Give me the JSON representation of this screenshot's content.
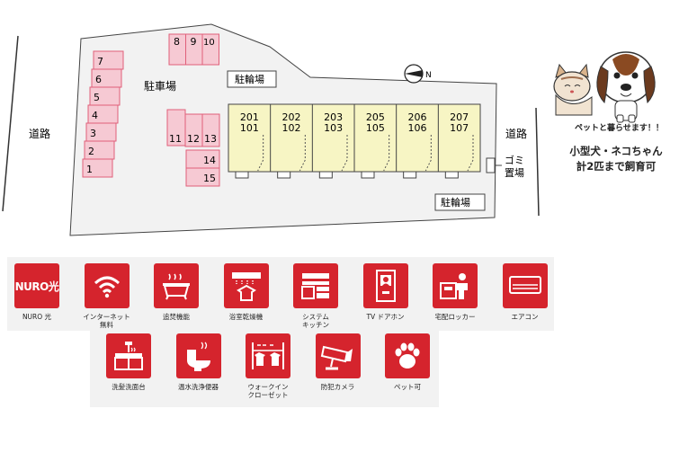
{
  "map": {
    "road_left": "道路",
    "road_right": "道路",
    "parking_label": "駐車場",
    "bike_top": "駐輪場",
    "bike_bottom": "駐輪場",
    "garbage": "ゴミ\n置場",
    "north": "N",
    "parking_spaces": [
      "1",
      "2",
      "3",
      "4",
      "5",
      "6",
      "7",
      "8",
      "9",
      "10",
      "11",
      "12",
      "13",
      "14",
      "15"
    ],
    "units": [
      {
        "upper": "201",
        "lower": "101"
      },
      {
        "upper": "202",
        "lower": "102"
      },
      {
        "upper": "203",
        "lower": "103"
      },
      {
        "upper": "205",
        "lower": "105"
      },
      {
        "upper": "206",
        "lower": "106"
      },
      {
        "upper": "207",
        "lower": "107"
      }
    ],
    "colors": {
      "parking": "#f6c9d3",
      "parking_border": "#e0607a",
      "building": "#f7f5c4",
      "lot": "#f2f2f2"
    }
  },
  "pets": {
    "caption": "ペットと暮らせます！！",
    "info_line1": "小型犬・ネコちゃん",
    "info_line2": "計2匹まで飼育可"
  },
  "features_row1": [
    {
      "icon": "nuro-icon",
      "text": "NURO光",
      "label": "NURO 光"
    },
    {
      "icon": "wifi-icon",
      "label": "インターネット\n無料"
    },
    {
      "icon": "bathtub-icon",
      "label": "追焚機能"
    },
    {
      "icon": "bathroom-dryer-icon",
      "label": "浴室乾燥機"
    },
    {
      "icon": "kitchen-icon",
      "label": "システム\nキッチン"
    },
    {
      "icon": "tv-intercom-icon",
      "label": "TV ドアホン"
    },
    {
      "icon": "delivery-locker-icon",
      "label": "宅配ロッカー"
    },
    {
      "icon": "air-conditioner-icon",
      "label": "エアコン"
    }
  ],
  "features_row2": [
    {
      "icon": "vanity-sink-icon",
      "label": "洗髪洗面台"
    },
    {
      "icon": "washlet-toilet-icon",
      "label": "温水洗浄便器"
    },
    {
      "icon": "walk-in-closet-icon",
      "label": "ウォークイン\nクローゼット"
    },
    {
      "icon": "security-camera-icon",
      "label": "防犯カメラ"
    },
    {
      "icon": "pet-paw-icon",
      "label": "ペット可"
    }
  ]
}
